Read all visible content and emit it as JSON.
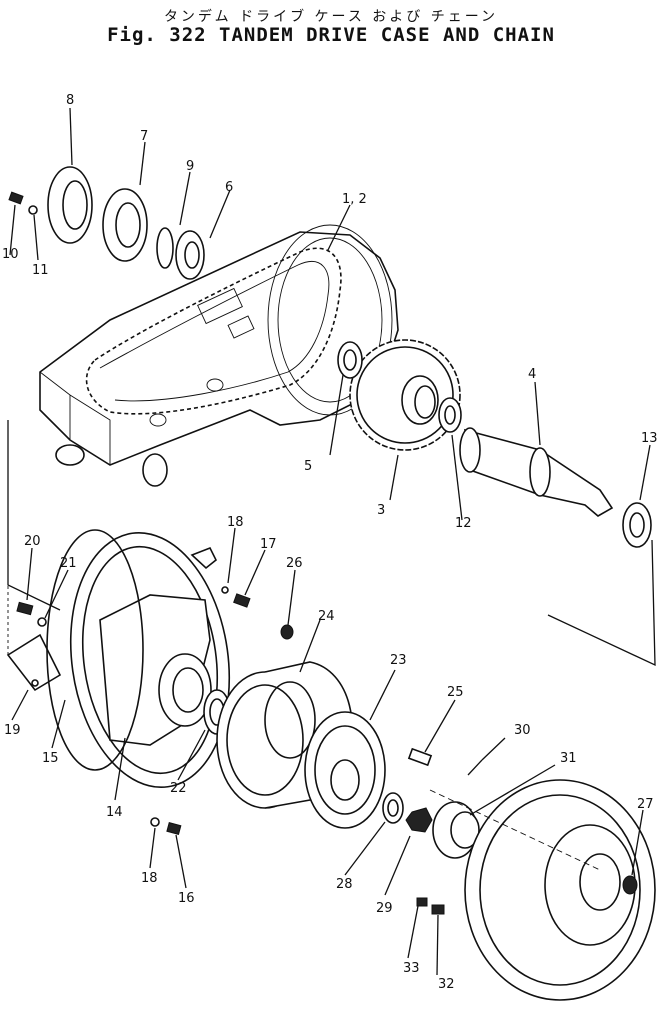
{
  "title": {
    "japanese": "タンデム ドライブ ケース および チェーン",
    "english": "Fig. 322 TANDEM DRIVE CASE AND CHAIN"
  },
  "callouts": [
    {
      "id": "c1",
      "label": "1, 2"
    },
    {
      "id": "c3",
      "label": "3"
    },
    {
      "id": "c4",
      "label": "4"
    },
    {
      "id": "c5",
      "label": "5"
    },
    {
      "id": "c6",
      "label": "6"
    },
    {
      "id": "c7",
      "label": "7"
    },
    {
      "id": "c8",
      "label": "8"
    },
    {
      "id": "c9",
      "label": "9"
    },
    {
      "id": "c10",
      "label": "10"
    },
    {
      "id": "c11",
      "label": "11"
    },
    {
      "id": "c12",
      "label": "12"
    },
    {
      "id": "c13",
      "label": "13"
    },
    {
      "id": "c14",
      "label": "14"
    },
    {
      "id": "c15",
      "label": "15"
    },
    {
      "id": "c16",
      "label": "16"
    },
    {
      "id": "c17",
      "label": "17"
    },
    {
      "id": "c18a",
      "label": "18"
    },
    {
      "id": "c18b",
      "label": "18"
    },
    {
      "id": "c19",
      "label": "19"
    },
    {
      "id": "c20",
      "label": "20"
    },
    {
      "id": "c21",
      "label": "21"
    },
    {
      "id": "c22",
      "label": "22"
    },
    {
      "id": "c23",
      "label": "23"
    },
    {
      "id": "c24",
      "label": "24"
    },
    {
      "id": "c25",
      "label": "25"
    },
    {
      "id": "c26",
      "label": "26"
    },
    {
      "id": "c27",
      "label": "27"
    },
    {
      "id": "c28",
      "label": "28"
    },
    {
      "id": "c29",
      "label": "29"
    },
    {
      "id": "c30",
      "label": "30"
    },
    {
      "id": "c31",
      "label": "31"
    },
    {
      "id": "c32",
      "label": "32"
    },
    {
      "id": "c33",
      "label": "33"
    }
  ]
}
